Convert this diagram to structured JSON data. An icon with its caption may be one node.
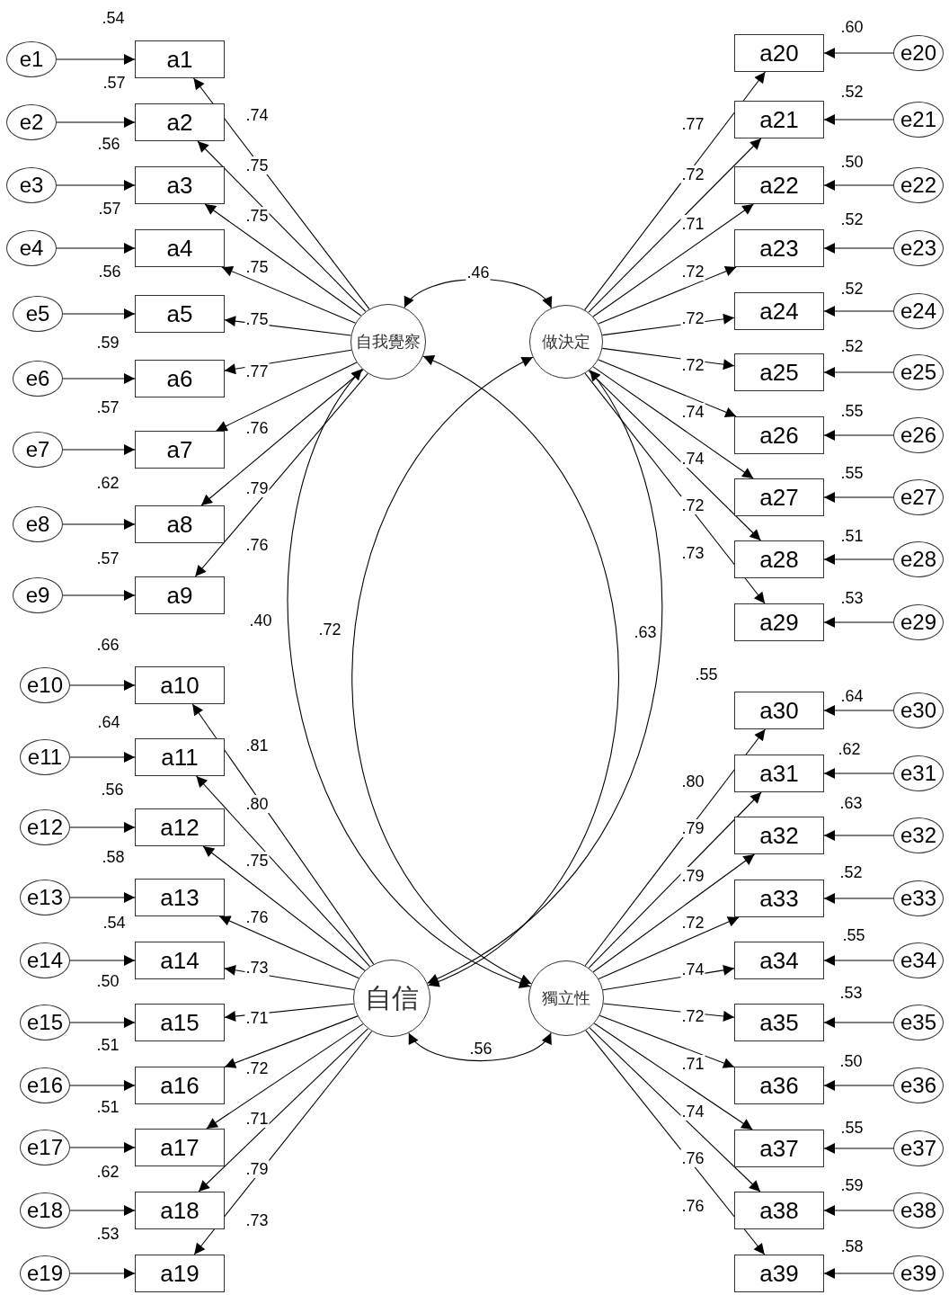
{
  "diagram": {
    "nodes": [
      {
        "text": [
          "a1"
        ],
        "beside": [
          ".54"
        ]
      },
      {
        "text": [
          "a2"
        ],
        "beside": [
          ".57"
        ]
      },
      {
        "text": [
          "a3"
        ],
        "beside": [
          ".56"
        ]
      },
      {
        "text": [
          "a4"
        ],
        "beside": [
          ".57"
        ]
      },
      {
        "text": [
          "a5"
        ],
        "beside": [
          ".56"
        ]
      },
      {
        "text": [
          "a6"
        ],
        "beside": [
          ".59"
        ]
      },
      {
        "text": [
          "a7"
        ],
        "beside": [
          ".57"
        ]
      },
      {
        "text": [
          "a8"
        ],
        "beside": [
          ".62"
        ]
      },
      {
        "text": [
          "a9"
        ],
        "beside": [
          ".57"
        ]
      },
      {
        "text": [
          "a10"
        ],
        "beside": [
          ".66"
        ]
      },
      {
        "text": [
          "a11"
        ],
        "beside": [
          ".64"
        ]
      },
      {
        "text": [
          "a12"
        ],
        "beside": [
          ".56"
        ]
      },
      {
        "text": [
          "a13"
        ],
        "beside": [
          ".58"
        ]
      },
      {
        "text": [
          "a14"
        ],
        "beside": [
          ".54"
        ]
      },
      {
        "text": [
          "a15"
        ],
        "beside": [
          ".50"
        ]
      },
      {
        "text": [
          "a16"
        ],
        "beside": [
          ".51"
        ]
      },
      {
        "text": [
          "a17"
        ],
        "beside": [
          ".51"
        ]
      },
      {
        "text": [
          "a18"
        ],
        "beside": [
          ".62"
        ]
      },
      {
        "text": [
          "a19"
        ],
        "beside": [
          ".53"
        ]
      },
      {
        "text": [
          "a20"
        ],
        "beside": [
          ".60"
        ]
      },
      {
        "text": [
          "a21"
        ],
        "beside": [
          ".52"
        ]
      },
      {
        "text": [
          "a22"
        ],
        "beside": [
          ".50"
        ]
      },
      {
        "text": [
          "a23"
        ],
        "beside": [
          ".52"
        ]
      },
      {
        "text": [
          "a24"
        ],
        "beside": [
          ".52"
        ]
      },
      {
        "text": [
          "a25"
        ],
        "beside": [
          ".52"
        ]
      },
      {
        "text": [
          "a26"
        ],
        "beside": [
          ".55"
        ]
      },
      {
        "text": [
          "a27"
        ],
        "beside": [
          ".55"
        ]
      },
      {
        "text": [
          "a28"
        ],
        "beside": [
          ".51"
        ]
      },
      {
        "text": [
          "a29"
        ],
        "beside": [
          ".53"
        ]
      },
      {
        "text": [
          "a30"
        ],
        "beside": [
          ".64"
        ]
      },
      {
        "text": [
          "a31"
        ],
        "beside": [
          ".62"
        ]
      },
      {
        "text": [
          "a32"
        ],
        "beside": [
          ".63"
        ]
      },
      {
        "text": [
          "a33"
        ],
        "beside": [
          ".52"
        ]
      },
      {
        "text": [
          "a34"
        ],
        "beside": [
          ".55"
        ]
      },
      {
        "text": [
          "a35"
        ],
        "beside": [
          ".53"
        ]
      },
      {
        "text": [
          "a36"
        ],
        "beside": [
          ".50"
        ]
      },
      {
        "text": [
          "a37"
        ],
        "beside": [
          ".55"
        ]
      },
      {
        "text": [
          "a38"
        ],
        "beside": [
          ".59"
        ]
      },
      {
        "text": [
          "a39"
        ],
        "beside": [
          ".58"
        ]
      },
      {
        "text": [
          "e1"
        ]
      },
      {
        "text": [
          "e2"
        ]
      },
      {
        "text": [
          "e3"
        ]
      },
      {
        "text": [
          "e4"
        ]
      },
      {
        "text": [
          "e5"
        ]
      },
      {
        "text": [
          "e6"
        ]
      },
      {
        "text": [
          "e7"
        ]
      },
      {
        "text": [
          "e8"
        ]
      },
      {
        "text": [
          "e9"
        ]
      },
      {
        "text": [
          "e10"
        ]
      },
      {
        "text": [
          "e11"
        ]
      },
      {
        "text": [
          "e12"
        ]
      },
      {
        "text": [
          "e13"
        ]
      },
      {
        "text": [
          "e14"
        ]
      },
      {
        "text": [
          "e15"
        ]
      },
      {
        "text": [
          "e16"
        ]
      },
      {
        "text": [
          "e17"
        ]
      },
      {
        "text": [
          "e18"
        ]
      },
      {
        "text": [
          "e19"
        ]
      },
      {
        "text": [
          "e20"
        ]
      },
      {
        "text": [
          "e21"
        ]
      },
      {
        "text": [
          "e22"
        ]
      },
      {
        "text": [
          "e23"
        ]
      },
      {
        "text": [
          "e24"
        ]
      },
      {
        "text": [
          "e25"
        ]
      },
      {
        "text": [
          "e26"
        ]
      },
      {
        "text": [
          "e27"
        ]
      },
      {
        "text": [
          "e28"
        ]
      },
      {
        "text": [
          "e29"
        ]
      },
      {
        "text": [
          "e30"
        ]
      },
      {
        "text": [
          "e31"
        ]
      },
      {
        "text": [
          "e32"
        ]
      },
      {
        "text": [
          "e33"
        ]
      },
      {
        "text": [
          "e34"
        ]
      },
      {
        "text": [
          "e35"
        ]
      },
      {
        "text": [
          "e36"
        ]
      },
      {
        "text": [
          "e37"
        ]
      },
      {
        "text": [
          "e38"
        ]
      },
      {
        "text": [
          "e39"
        ]
      },
      {
        "text": [
          "自我覺察"
        ]
      },
      {
        "text": [
          "做決定"
        ]
      },
      {
        "text": [
          "自信"
        ]
      },
      {
        "text": [
          "獨立性"
        ]
      }
    ],
    "edges": [
      {
        "from": 39,
        "to": 0,
        "arrow": "to"
      },
      {
        "from": 40,
        "to": 1,
        "arrow": "to"
      },
      {
        "from": 41,
        "to": 2,
        "arrow": "to"
      },
      {
        "from": 42,
        "to": 3,
        "arrow": "to"
      },
      {
        "from": 43,
        "to": 4,
        "arrow": "to"
      },
      {
        "from": 44,
        "to": 5,
        "arrow": "to"
      },
      {
        "from": 45,
        "to": 6,
        "arrow": "to"
      },
      {
        "from": 46,
        "to": 7,
        "arrow": "to"
      },
      {
        "from": 47,
        "to": 8,
        "arrow": "to"
      },
      {
        "from": 48,
        "to": 9,
        "arrow": "to"
      },
      {
        "from": 49,
        "to": 10,
        "arrow": "to"
      },
      {
        "from": 50,
        "to": 11,
        "arrow": "to"
      },
      {
        "from": 51,
        "to": 12,
        "arrow": "to"
      },
      {
        "from": 52,
        "to": 13,
        "arrow": "to"
      },
      {
        "from": 53,
        "to": 14,
        "arrow": "to"
      },
      {
        "from": 54,
        "to": 15,
        "arrow": "to"
      },
      {
        "from": 55,
        "to": 16,
        "arrow": "to"
      },
      {
        "from": 56,
        "to": 17,
        "arrow": "to"
      },
      {
        "from": 57,
        "to": 18,
        "arrow": "to"
      },
      {
        "from": 58,
        "to": 19,
        "arrow": "to"
      },
      {
        "from": 59,
        "to": 20,
        "arrow": "to"
      },
      {
        "from": 60,
        "to": 21,
        "arrow": "to"
      },
      {
        "from": 61,
        "to": 22,
        "arrow": "to"
      },
      {
        "from": 62,
        "to": 23,
        "arrow": "to"
      },
      {
        "from": 63,
        "to": 24,
        "arrow": "to"
      },
      {
        "from": 64,
        "to": 25,
        "arrow": "to"
      },
      {
        "from": 65,
        "to": 26,
        "arrow": "to"
      },
      {
        "from": 66,
        "to": 27,
        "arrow": "to"
      },
      {
        "from": 67,
        "to": 28,
        "arrow": "to"
      },
      {
        "from": 68,
        "to": 29,
        "arrow": "to"
      },
      {
        "from": 69,
        "to": 30,
        "arrow": "to"
      },
      {
        "from": 70,
        "to": 31,
        "arrow": "to"
      },
      {
        "from": 71,
        "to": 32,
        "arrow": "to"
      },
      {
        "from": 72,
        "to": 33,
        "arrow": "to"
      },
      {
        "from": 73,
        "to": 34,
        "arrow": "to"
      },
      {
        "from": 74,
        "to": 35,
        "arrow": "to"
      },
      {
        "from": 75,
        "to": 36,
        "arrow": "to"
      },
      {
        "from": 76,
        "to": 37,
        "arrow": "to"
      },
      {
        "from": 77,
        "to": 38,
        "arrow": "to"
      },
      {
        "from": 78,
        "to": 0,
        "arrow": "to",
        "label": ".74"
      },
      {
        "from": 78,
        "to": 1,
        "arrow": "to",
        "label": ".75"
      },
      {
        "from": 78,
        "to": 2,
        "arrow": "to",
        "label": ".75"
      },
      {
        "from": 78,
        "to": 3,
        "arrow": "to",
        "label": ".75"
      },
      {
        "from": 78,
        "to": 4,
        "arrow": "to",
        "label": ".75"
      },
      {
        "from": 78,
        "to": 5,
        "arrow": "to",
        "label": ".77"
      },
      {
        "from": 78,
        "to": 6,
        "arrow": "to",
        "label": ".76"
      },
      {
        "from": 78,
        "to": 7,
        "arrow": "to",
        "label": ".79"
      },
      {
        "from": 78,
        "to": 8,
        "arrow": "to",
        "label": ".76"
      },
      {
        "from": 80,
        "to": 9,
        "arrow": "to",
        "label": ".81"
      },
      {
        "from": 80,
        "to": 10,
        "arrow": "to",
        "label": ".80"
      },
      {
        "from": 80,
        "to": 11,
        "arrow": "to",
        "label": ".75"
      },
      {
        "from": 80,
        "to": 12,
        "arrow": "to",
        "label": ".76"
      },
      {
        "from": 80,
        "to": 13,
        "arrow": "to",
        "label": ".73"
      },
      {
        "from": 80,
        "to": 14,
        "arrow": "to",
        "label": ".71"
      },
      {
        "from": 80,
        "to": 15,
        "arrow": "to",
        "label": ".72"
      },
      {
        "from": 80,
        "to": 16,
        "arrow": "to",
        "label": ".71"
      },
      {
        "from": 80,
        "to": 17,
        "arrow": "to",
        "label": ".79"
      },
      {
        "from": 80,
        "to": 18,
        "arrow": "to",
        "label": ".73"
      },
      {
        "from": 79,
        "to": 19,
        "arrow": "to",
        "label": ".77"
      },
      {
        "from": 79,
        "to": 20,
        "arrow": "to",
        "label": ".72"
      },
      {
        "from": 79,
        "to": 21,
        "arrow": "to",
        "label": ".71"
      },
      {
        "from": 79,
        "to": 22,
        "arrow": "to",
        "label": ".72"
      },
      {
        "from": 79,
        "to": 23,
        "arrow": "to",
        "label": ".72"
      },
      {
        "from": 79,
        "to": 24,
        "arrow": "to",
        "label": ".72"
      },
      {
        "from": 79,
        "to": 25,
        "arrow": "to",
        "label": ".74"
      },
      {
        "from": 79,
        "to": 26,
        "arrow": "to",
        "label": ".74"
      },
      {
        "from": 79,
        "to": 27,
        "arrow": "to",
        "label": ".72"
      },
      {
        "from": 79,
        "to": 28,
        "arrow": "to",
        "label": ".73"
      },
      {
        "from": 81,
        "to": 29,
        "arrow": "to",
        "label": ".80"
      },
      {
        "from": 81,
        "to": 30,
        "arrow": "to",
        "label": ".79"
      },
      {
        "from": 81,
        "to": 31,
        "arrow": "to",
        "label": ".79"
      },
      {
        "from": 81,
        "to": 32,
        "arrow": "to",
        "label": ".72"
      },
      {
        "from": 81,
        "to": 33,
        "arrow": "to",
        "label": ".74"
      },
      {
        "from": 81,
        "to": 34,
        "arrow": "to",
        "label": ".72"
      },
      {
        "from": 81,
        "to": 35,
        "arrow": "to",
        "label": ".71"
      },
      {
        "from": 81,
        "to": 36,
        "arrow": "to",
        "label": ".74"
      },
      {
        "from": 81,
        "to": 37,
        "arrow": "to",
        "label": ".76"
      },
      {
        "from": 81,
        "to": 38,
        "arrow": "to",
        "label": ".76"
      },
      {
        "from": 78,
        "to": 79,
        "arrow": "both",
        "label": ".46"
      },
      {
        "from": 80,
        "to": 81,
        "arrow": "both",
        "label": ".56"
      },
      {
        "from": 78,
        "to": 81,
        "arrow": "both",
        "label": ".40"
      },
      {
        "from": 79,
        "to": 81,
        "arrow": "both",
        "label": ".72"
      },
      {
        "from": 78,
        "to": 80,
        "arrow": "both",
        "label": ".63"
      },
      {
        "from": 79,
        "to": 80,
        "arrow": "both",
        "label": ".55"
      }
    ]
  }
}
